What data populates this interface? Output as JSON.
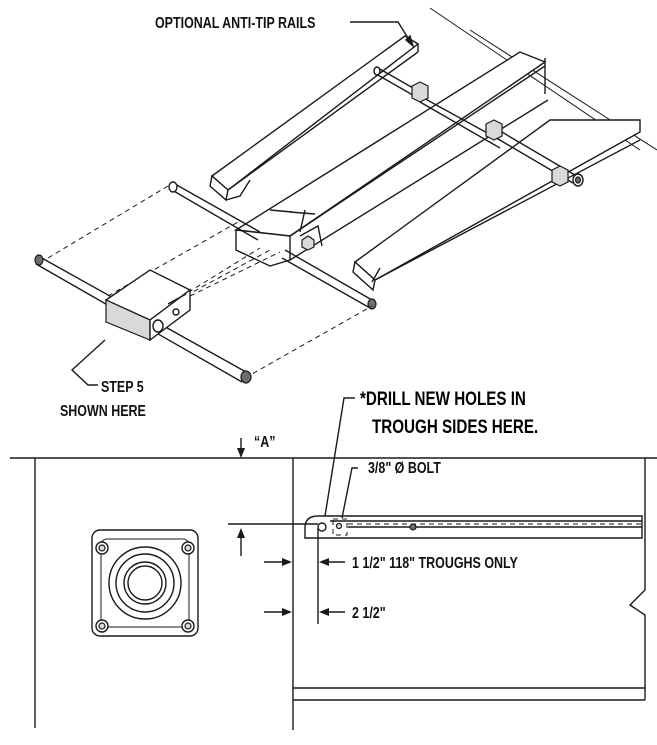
{
  "callouts": {
    "anti_tip_rails": "OPTIONAL ANTI-TIP RAILS",
    "step5_line1": "STEP 5",
    "step5_line2": "SHOWN HERE",
    "drill_line1": "*DRILL NEW HOLES IN",
    "drill_line2": "TROUGH SIDES HERE.",
    "bolt": "3/8\" Ø BOLT",
    "dim_a": "“A”",
    "dim_1": "1 1/2\" 118\" TROUGHS ONLY",
    "dim_2": "2 1/2\""
  }
}
